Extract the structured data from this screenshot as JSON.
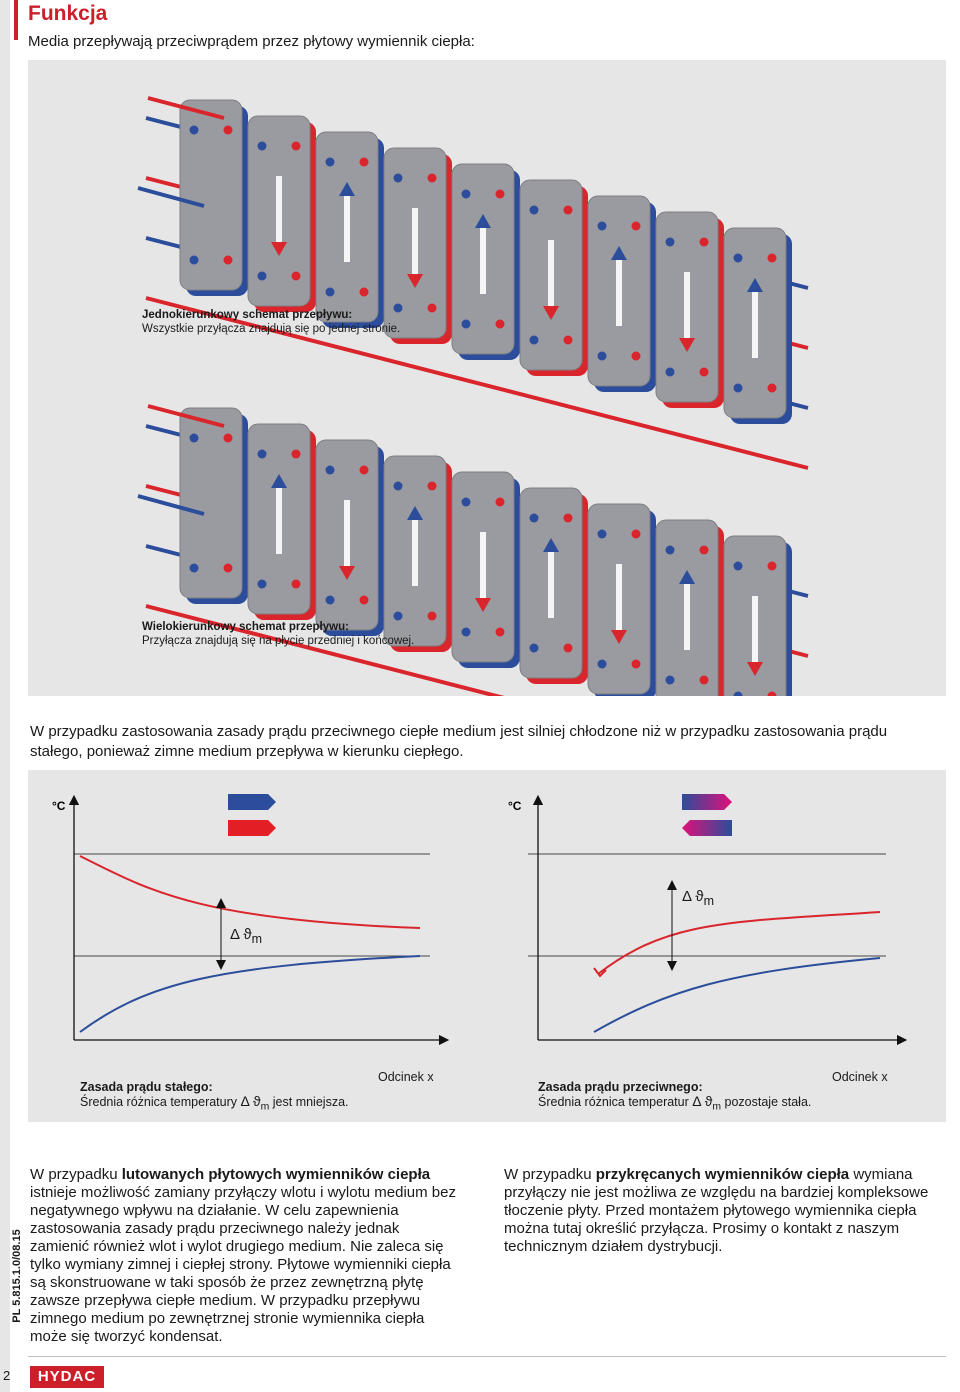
{
  "header": {
    "title": "Funkcja",
    "intro": "Media przepływają przeciwprądem przez płytowy wymiennik ciepła:"
  },
  "diagram_top": {
    "caption_title": "Jednokierunkowy schemat przepływu:",
    "caption_text": "Wszystkie przyłącza znajdują się po jednej stronie."
  },
  "diagram_bottom": {
    "caption_title": "Wielokierunkowy schemat przepływu:",
    "caption_text": "Przyłącza znajdują się na płycie przedniej i końcowej."
  },
  "paragraph_main": "W przypadku zastosowania zasady prądu przeciwnego ciepłe medium jest silniej chłodzone niż w przypadku zastosowania prądu stałego, ponieważ zimne medium przepływa w kierunku ciepłego.",
  "charts": {
    "y_unit": "°C",
    "x_label": "Odcinek x",
    "delta_symbol": "Δ ϑ",
    "delta_sub": "m",
    "left": {
      "caption_title": "Zasada prądu stałego:",
      "caption_pre": "Średnia różnica temperatury ",
      "caption_post": " jest mniejsza."
    },
    "right": {
      "caption_title": "Zasada prądu przeciwnego:",
      "caption_pre": "Średnia różnica temperatur ",
      "caption_post": " pozostaje stała."
    }
  },
  "colors": {
    "hot": "#d9252b",
    "cold": "#2b4d9b",
    "plate": "#9a9ba0",
    "panel": "#e6e6e6",
    "brand": "#cc1f2a"
  },
  "columns": {
    "left": {
      "p1": "W przypadku ",
      "b1": "lutowanych płytowych wymienników ciepła",
      "p2": " istnieje możliwość zamiany przyłączy wlotu i wylotu medium bez negatywnego wpływu na działanie. W celu zapewnienia zastosowania zasady prądu przeciwnego należy jednak zamienić również wlot i wylot drugiego medium. Nie zaleca się tylko wymiany zimnej i ciepłej strony. Płytowe wymienniki ciepła są skonstruowane w taki sposób że przez zewnętrzną płytę zawsze przepływa ciepłe medium. W przypadku przepływu zimnego medium po zewnętrznej stronie wymiennika ciepła może się tworzyć kondensat."
    },
    "right": {
      "p1": "W przypadku ",
      "b1": "przykręcanych wymienników ciepła",
      "p2": " wymiana przyłączy nie jest możliwa ze względu na bardziej kompleksowe tłoczenie płyty. Przed montażem płytowego wymiennika ciepła można tutaj określić przyłącza. Prosimy o kontakt z naszym technicznym działem dystrybucji."
    }
  },
  "footer": {
    "page_number": "2",
    "doc_code": "PL 5.815.1.0/08.15",
    "logo_text": "HYDAC"
  }
}
